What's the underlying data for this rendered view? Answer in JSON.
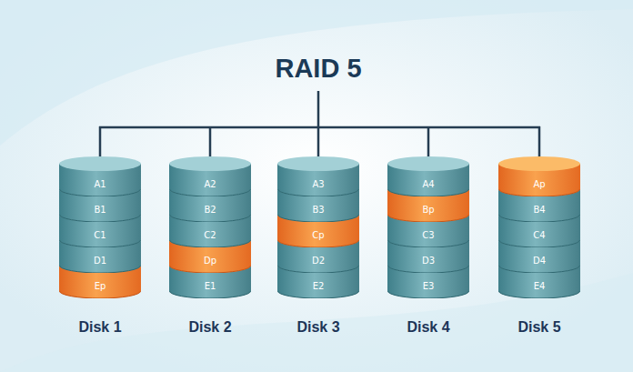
{
  "diagram": {
    "title": "RAID 5",
    "nodes": [
      {
        "text": [
          "Disk 1"
        ]
      },
      {
        "text": [
          "A1"
        ],
        "in": 0
      },
      {
        "text": [
          "B1"
        ],
        "in": 0
      },
      {
        "text": [
          "C1"
        ],
        "in": 0
      },
      {
        "text": [
          "D1"
        ],
        "in": 0
      },
      {
        "text": [
          "Ep"
        ],
        "in": 0
      },
      {
        "text": [
          "Disk 2"
        ]
      },
      {
        "text": [
          "A2"
        ],
        "in": 6
      },
      {
        "text": [
          "B2"
        ],
        "in": 6
      },
      {
        "text": [
          "C2"
        ],
        "in": 6
      },
      {
        "text": [
          "Dp"
        ],
        "in": 6
      },
      {
        "text": [
          "E1"
        ],
        "in": 6
      },
      {
        "text": [
          "Disk 3"
        ]
      },
      {
        "text": [
          "A3"
        ],
        "in": 12
      },
      {
        "text": [
          "B3"
        ],
        "in": 12
      },
      {
        "text": [
          "Cp"
        ],
        "in": 12
      },
      {
        "text": [
          "D2"
        ],
        "in": 12
      },
      {
        "text": [
          "E2"
        ],
        "in": 12
      },
      {
        "text": [
          "Disk 4"
        ]
      },
      {
        "text": [
          "A4"
        ],
        "in": 18
      },
      {
        "text": [
          "Bp"
        ],
        "in": 18
      },
      {
        "text": [
          "C3"
        ],
        "in": 18
      },
      {
        "text": [
          "D3"
        ],
        "in": 18
      },
      {
        "text": [
          "E3"
        ],
        "in": 18
      },
      {
        "text": [
          "Disk 5"
        ]
      },
      {
        "text": [
          "Ap"
        ],
        "in": 24
      },
      {
        "text": [
          "B4"
        ],
        "in": 24
      },
      {
        "text": [
          "C4"
        ],
        "in": 24
      },
      {
        "text": [
          "D4"
        ],
        "in": 24
      },
      {
        "text": [
          "E4"
        ],
        "in": 24
      }
    ]
  }
}
